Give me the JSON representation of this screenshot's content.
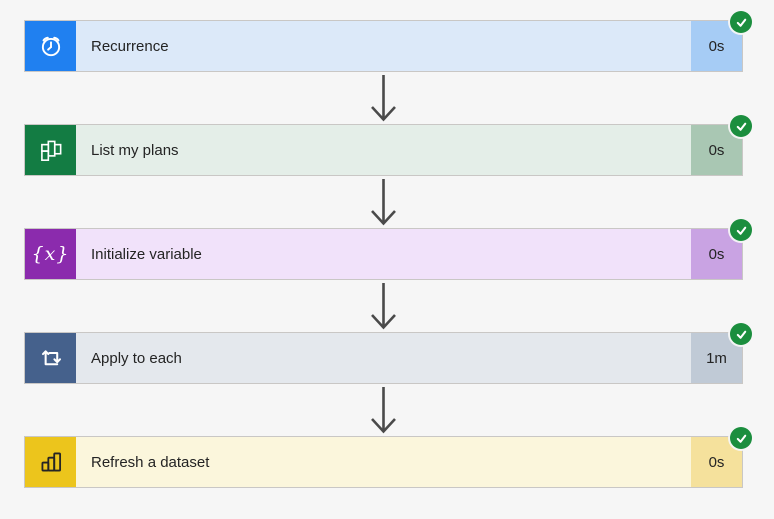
{
  "page": {
    "background": "#f6f6f6"
  },
  "status": {
    "success_color": "#1b8e3e",
    "icon": "checkmark-icon"
  },
  "connector": {
    "arrow_color": "#4a4a4a"
  },
  "flow": {
    "steps": [
      {
        "label": "Recurrence",
        "duration": "0s",
        "icon": "alarm-clock-icon",
        "icon_bg": "#2080f0",
        "body_bg": "#dce9f9",
        "duration_bg": "#a6ccf5"
      },
      {
        "label": "List my plans",
        "duration": "0s",
        "icon": "planner-grid-icon",
        "icon_bg": "#137c43",
        "body_bg": "#e4eee8",
        "duration_bg": "#a9c7b3"
      },
      {
        "label": "Initialize variable",
        "duration": "0s",
        "icon": "variable-braces-icon",
        "icon_bg": "#8b2bad",
        "body_bg": "#f1e2fa",
        "duration_bg": "#c9a3e3"
      },
      {
        "label": "Apply to each",
        "duration": "1m",
        "icon": "apply-to-each-loop-icon",
        "icon_bg": "#45618c",
        "body_bg": "#e4e8ed",
        "duration_bg": "#c0cad6"
      },
      {
        "label": "Refresh a dataset",
        "duration": "0s",
        "icon": "bar-chart-icon",
        "icon_bg": "#ecc51c",
        "body_bg": "#fbf6dc",
        "duration_bg": "#f5e19c"
      }
    ]
  }
}
